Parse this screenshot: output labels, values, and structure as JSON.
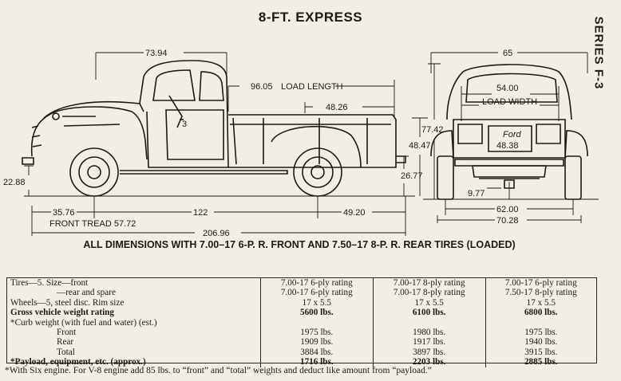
{
  "title": "8-FT. EXPRESS",
  "series": "SERIES F-3",
  "dimensions": {
    "cab_length": "73.94",
    "load_length_value": "96.05",
    "load_length_label": "LOAD LENGTH",
    "inside_width": "48.26",
    "ground_clearance": "22.88",
    "front_overhang": "35.76",
    "front_tread": "FRONT TREAD 57.72",
    "wheelbase": "122",
    "rear_overhang": "49.20",
    "overall_length": "206.96",
    "body_height": "48.47",
    "floor_height": "26.77",
    "overall_height": "77.42",
    "overall_width_top": "65",
    "load_width_value": "54.00",
    "load_width_label": "LOAD WIDTH",
    "tailgate_width": "48.38",
    "axle_clearance": "9.77",
    "rear_tread": "62.00",
    "overall_width": "70.28",
    "brand_script": "Ford",
    "cab_marker": "3"
  },
  "caption": "ALL DIMENSIONS WITH 7.00–17 6-P. R. FRONT AND 7.50–17 8-P. R. REAR TIRES (LOADED)",
  "spec_rows": [
    {
      "label": "Tires—5. Size—front",
      "style": "normal",
      "values": [
        "7.00-17 6-ply rating",
        "7.00-17 8-ply rating",
        "7.00-17 6-ply rating"
      ]
    },
    {
      "label": "—rear and spare",
      "style": "indent2",
      "values": [
        "7.00-17 6-ply rating",
        "7.00-17 8-ply rating",
        "7.50-17 8-ply rating"
      ]
    },
    {
      "label": "Wheels—5, steel disc. Rim size",
      "style": "normal",
      "values": [
        "17 x 5.5",
        "17 x 5.5",
        "17 x 5.5"
      ]
    },
    {
      "label": "Gross vehicle weight rating",
      "style": "bold",
      "values": [
        "5600 lbs.",
        "6100 lbs.",
        "6800 lbs."
      ]
    },
    {
      "label": "*Curb weight (with fuel and water) (est.)",
      "style": "normal",
      "values": [
        "",
        "",
        ""
      ]
    },
    {
      "label": "Front",
      "style": "indent2",
      "values": [
        "1975 lbs.",
        "1980 lbs.",
        "1975 lbs."
      ]
    },
    {
      "label": "Rear",
      "style": "indent2",
      "values": [
        "1909 lbs.",
        "1917 lbs.",
        "1940 lbs."
      ]
    },
    {
      "label": "Total",
      "style": "indent2",
      "values": [
        "3884 lbs.",
        "3897 lbs.",
        "3915 lbs."
      ]
    },
    {
      "label": "*Payload, equipment, etc. (approx.)",
      "style": "bold",
      "values": [
        "1716 lbs.",
        "2203 lbs.",
        "2885 lbs."
      ]
    }
  ],
  "footnote": "*With Six engine. For V-8 engine add 85 lbs. to “front” and “total” weights and deduct like amount from “payload.”"
}
